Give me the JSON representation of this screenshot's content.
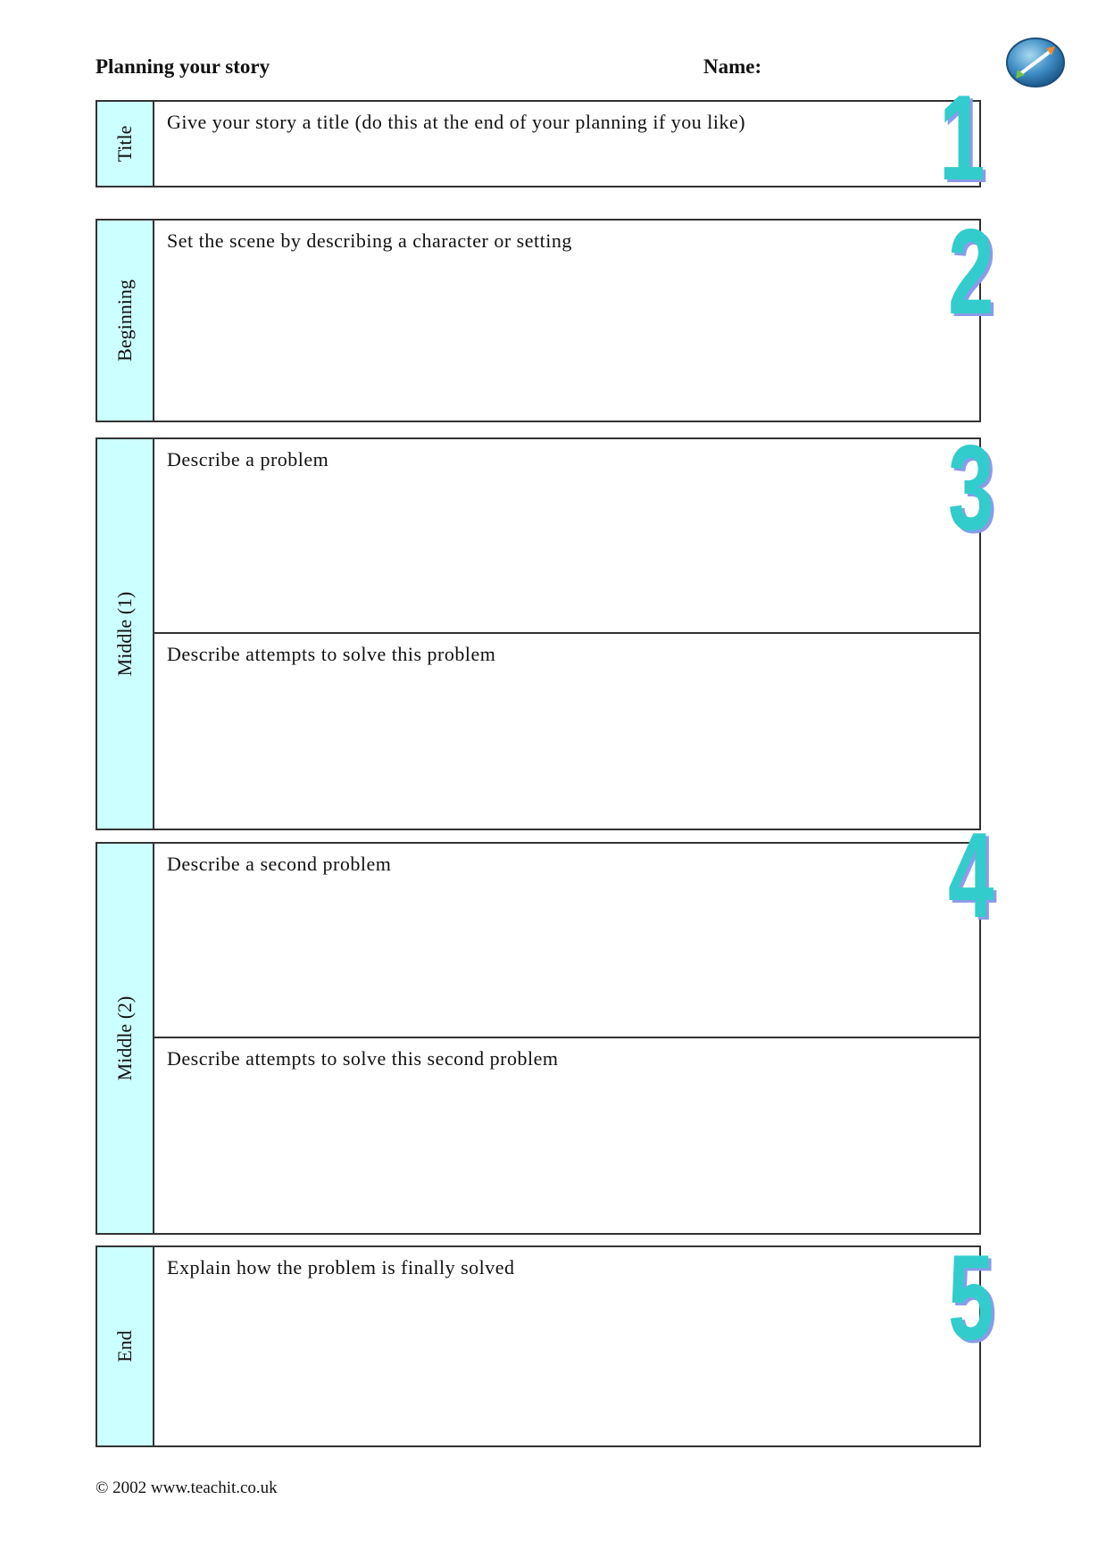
{
  "header": {
    "title": "Planning your story",
    "name_label": "Name:"
  },
  "sections": [
    {
      "number": "1",
      "label": "Title",
      "prompts": [
        "Give your story a title (do this at the end of your planning if you like)"
      ]
    },
    {
      "number": "2",
      "label": "Beginning",
      "prompts": [
        "Set the scene by describing a character or setting"
      ]
    },
    {
      "number": "3",
      "label": "Middle (1)",
      "prompts": [
        "Describe a problem",
        "Describe attempts to solve this problem"
      ]
    },
    {
      "number": "4",
      "label": "Middle (2)",
      "prompts": [
        "Describe a second problem",
        "Describe attempts to solve this second problem"
      ]
    },
    {
      "number": "5",
      "label": "End",
      "prompts": [
        "Explain how the problem is finally solved"
      ]
    }
  ],
  "footer": {
    "copyright": "© 2002 www.teachit.co.uk"
  },
  "colors": {
    "label_bg": "#ccffff",
    "number_fill": "#33cccc",
    "number_shadow": "#8a9ce8",
    "border": "#333333"
  },
  "icons": {
    "logo": "teachit-logo-icon"
  }
}
